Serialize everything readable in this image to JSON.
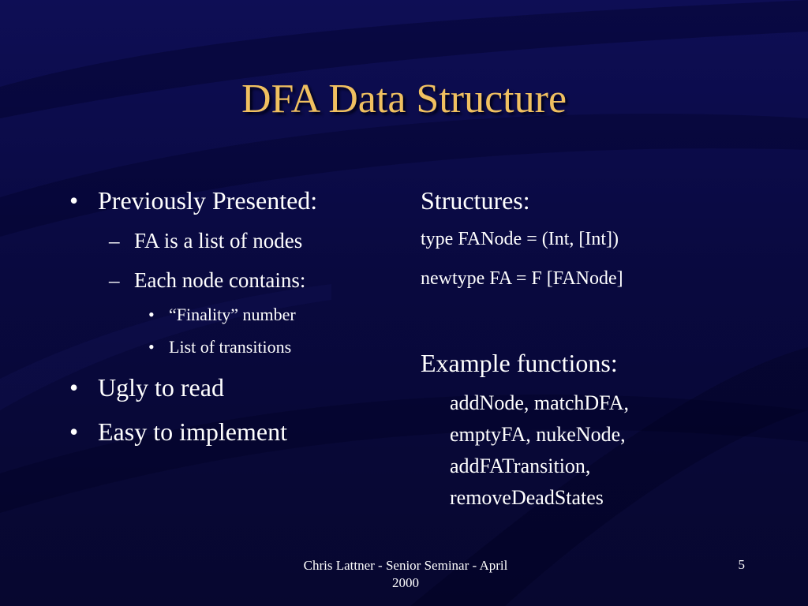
{
  "slide": {
    "title": "DFA Data Structure",
    "left": {
      "items": [
        {
          "bullet": "•",
          "text": "Previously Presented:"
        },
        {
          "bullet": "–",
          "text": "FA is a list of nodes"
        },
        {
          "bullet": "–",
          "text": "Each node contains:"
        },
        {
          "bullet": "•",
          "text": "“Finality” number"
        },
        {
          "bullet": "•",
          "text": "List of transitions"
        },
        {
          "bullet": "•",
          "text": "Ugly to read"
        },
        {
          "bullet": "•",
          "text": "Easy to implement"
        }
      ]
    },
    "right": {
      "structures_heading": "Structures:",
      "code_lines": [
        "type FANode = (Int, [Int])",
        "newtype FA = F [FANode]"
      ],
      "examples_heading": "Example functions:",
      "functions": [
        "addNode, matchDFA,",
        "emptyFA, nukeNode,",
        "addFATransition,",
        "removeDeadStates"
      ]
    },
    "footer": {
      "line1": "Chris Lattner - Senior Seminar - April",
      "line2": "2000"
    },
    "page_number": "5"
  },
  "colors": {
    "title": "#f0c060",
    "text": "#ffffff",
    "background": "#0a0a48"
  }
}
